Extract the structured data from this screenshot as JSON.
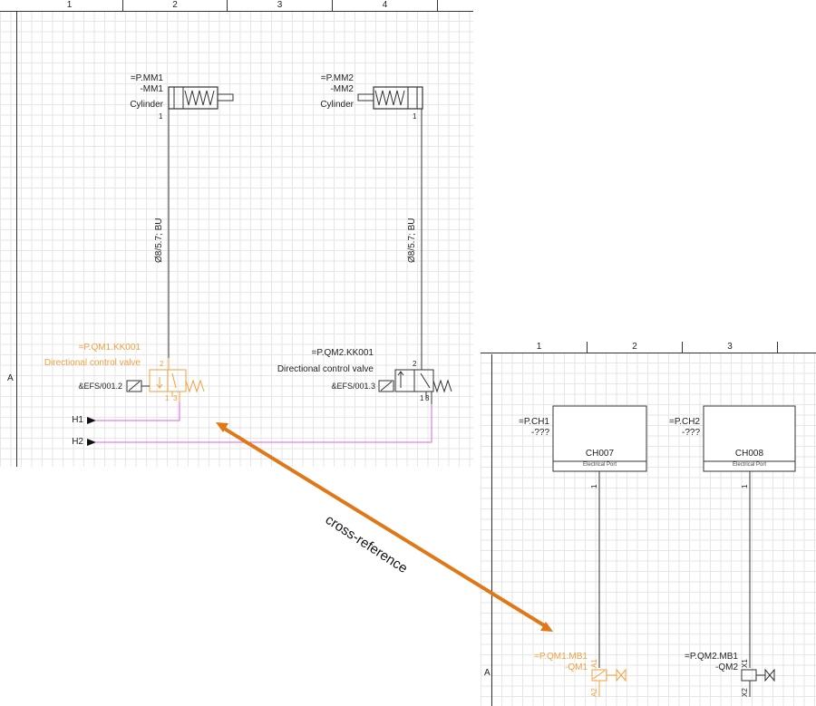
{
  "sheet_a": {
    "columns": [
      "1",
      "2",
      "3",
      "4"
    ],
    "row_label": "A",
    "cylinder1": {
      "tag": "=P.MM1",
      "name": "-MM1",
      "type": "Cylinder",
      "port": "1"
    },
    "cylinder2": {
      "tag": "=P.MM2",
      "name": "-MM2",
      "type": "Cylinder",
      "port": "1"
    },
    "tube1": "Ø8/5.7; BU",
    "tube2": "Ø8/5.7; BU",
    "valve1": {
      "tag": "=P.QM1.KK001",
      "name": "Directional control valve",
      "ref": "&EFS/001.2",
      "port_top": "2",
      "port_bottom": "3",
      "port_bottom2": "1"
    },
    "valve2": {
      "tag": "=P.QM2.KK001",
      "name": "Directional control valve",
      "ref": "&EFS/001.3",
      "port_top": "2",
      "port_bottom": "3",
      "port_bottom2": "1"
    },
    "h1": "H1",
    "h2": "H2"
  },
  "sheet_b": {
    "columns": [
      "1",
      "2",
      "3"
    ],
    "row_label": "A",
    "port1": {
      "tag": "=P.CH1",
      "name": "-???",
      "label": "CH007",
      "sub": "Electrical Port",
      "pin": "1"
    },
    "port2": {
      "tag": "=P.CH2",
      "name": "-???",
      "label": "CH008",
      "sub": "Electrical Port",
      "pin": "1"
    },
    "coil1": {
      "tag": "=P.QM1.MB1",
      "name": "-QM1",
      "pin_top": "A1",
      "pin_bottom": "A2"
    },
    "coil2": {
      "tag": "=P.QM2.MB1",
      "name": "-QM2",
      "pin_top": "X1",
      "pin_bottom": "X2"
    }
  },
  "annotation": "cross-reference",
  "colors": {
    "highlight": "#f0a040",
    "signal": "#e060e0",
    "arrow": "#e07818",
    "line": "#333333"
  }
}
